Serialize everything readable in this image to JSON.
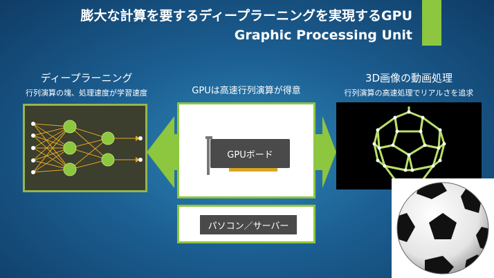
{
  "header": {
    "line1": "膨大な計算を要するディープラーニングを実現するGPU",
    "line2": "Graphic Processing Unit"
  },
  "left": {
    "title": "ディープラーニング",
    "subtitle": "行列演算の塊、処理速度が学習速度"
  },
  "center": {
    "title": "GPUは高速行列演算が得意",
    "board": "GPUボード",
    "pc": "パソコン／サーバー"
  },
  "right": {
    "title": "3D画像の動画処理",
    "subtitle": "行列演算の高速処理でリアルさを追求"
  },
  "colors": {
    "accent": "#8dc63f",
    "background": "#1c5f92",
    "panel_dark": "#3c3e2e"
  }
}
